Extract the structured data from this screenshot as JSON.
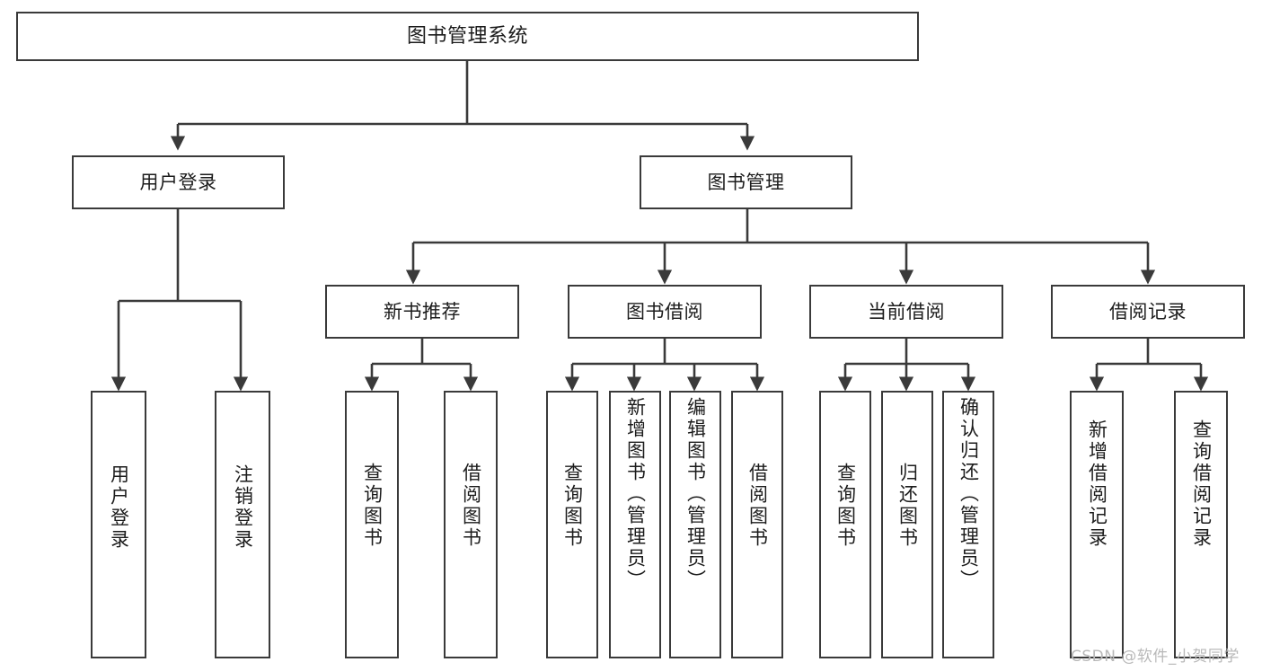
{
  "diagram": {
    "type": "tree-hierarchy",
    "title": "图书管理系统",
    "colors": {
      "stroke": "#3a3a3a",
      "fill": "#ffffff",
      "text": "#1c1c1c",
      "watermark": "#b9b9b9"
    },
    "root": {
      "label": "图书管理系统"
    },
    "level2": [
      {
        "label": "用户登录"
      },
      {
        "label": "图书管理"
      }
    ],
    "level3": [
      {
        "label": "新书推荐"
      },
      {
        "label": "图书借阅"
      },
      {
        "label": "当前借阅"
      },
      {
        "label": "借阅记录"
      }
    ],
    "leaves": {
      "user_login": [
        {
          "label": "用户登录"
        },
        {
          "label": "注销登录"
        }
      ],
      "new_book_recommend": [
        {
          "label": "查询图书"
        },
        {
          "label": "借阅图书"
        }
      ],
      "book_borrow": [
        {
          "label": "查询图书"
        },
        {
          "label": "新增图书（管理员）"
        },
        {
          "label": "编辑图书（管理员）"
        },
        {
          "label": "借阅图书"
        }
      ],
      "current_borrow": [
        {
          "label": "查询图书"
        },
        {
          "label": "归还图书"
        },
        {
          "label": "确认归还（管理员）"
        }
      ],
      "borrow_record": [
        {
          "label": "新增借阅记录"
        },
        {
          "label": "查询借阅记录"
        }
      ]
    }
  },
  "watermark": {
    "text": "CSDN @软件_小贺同学"
  }
}
